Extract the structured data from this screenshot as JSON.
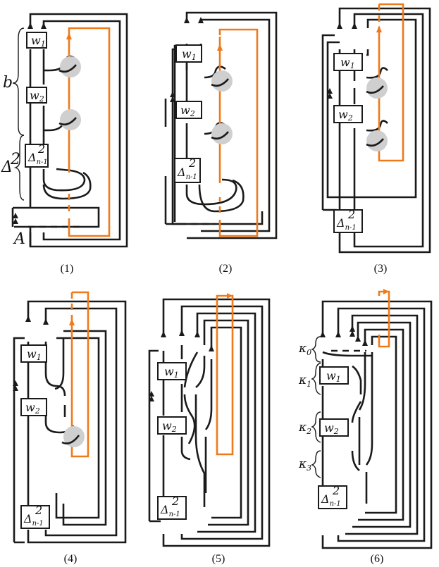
{
  "panels": [
    {
      "caption": "(1)",
      "box1": "w",
      "box1_sub": "1",
      "box2": "w",
      "box2_sub": "2",
      "delta": "Δ",
      "delta_sup": "2",
      "delta_sub": "n-1"
    },
    {
      "caption": "(2)",
      "box1": "w",
      "box1_sub": "1",
      "box2": "w",
      "box2_sub": "2",
      "delta": "Δ",
      "delta_sup": "2",
      "delta_sub": "n-1"
    },
    {
      "caption": "(3)",
      "box1": "w",
      "box1_sub": "1",
      "box2": "w",
      "box2_sub": "2",
      "delta": "Δ",
      "delta_sup": "2",
      "delta_sub": "n-1"
    },
    {
      "caption": "(4)",
      "box1": "w",
      "box1_sub": "1",
      "box2": "w",
      "box2_sub": "2",
      "delta": "Δ",
      "delta_sup": "2",
      "delta_sub": "n-1"
    },
    {
      "caption": "(5)",
      "box1": "w",
      "box1_sub": "1",
      "box2": "w",
      "box2_sub": "2",
      "delta": "Δ",
      "delta_sup": "2",
      "delta_sub": "n-1"
    },
    {
      "caption": "(6)",
      "box1": "w",
      "box1_sub": "1",
      "box2": "w",
      "box2_sub": "2",
      "delta": "Δ",
      "delta_sup": "2",
      "delta_sub": "n-1"
    }
  ],
  "side_labels": {
    "b": "b",
    "delta": "Δ",
    "delta_sup": "2",
    "A": "A"
  },
  "kappa_labels": [
    {
      "main": "κ",
      "sub": "0"
    },
    {
      "main": "κ",
      "sub": "1"
    },
    {
      "main": "κ",
      "sub": "2"
    },
    {
      "main": "κ",
      "sub": "3"
    }
  ],
  "colors": {
    "strand": "#1a1a1a",
    "highlight_strand": "#f07a1a",
    "crossing_disc": "#cfcfcf"
  }
}
